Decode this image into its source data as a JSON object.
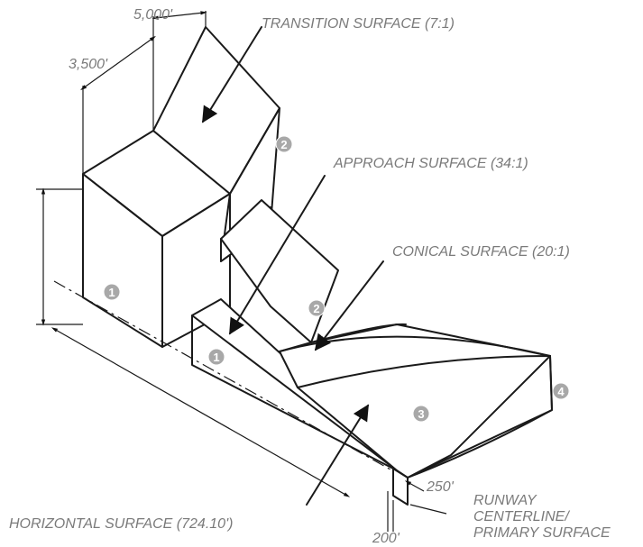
{
  "labels": {
    "transition": "TRANSITION SURFACE (7:1)",
    "approach": "APPROACH SURFACE (34:1)",
    "conical": "CONICAL SURFACE (20:1)",
    "horizontal": "HORIZONTAL SURFACE (724.10')",
    "runway_line1": "RUNWAY",
    "runway_line2": "CENTERLINE/",
    "runway_line3": "PRIMARY SURFACE"
  },
  "dimensions": {
    "d5000": "5,000'",
    "d3500": "3,500'",
    "d250": "250'",
    "d200": "200'"
  },
  "badges": {
    "b1": "1",
    "b2": "2",
    "b3": "3",
    "b4": "4"
  },
  "colors": {
    "label_gray": "#7a7a7a",
    "line": "#1a1a1a",
    "badge_fill": "#a8a8a8"
  }
}
